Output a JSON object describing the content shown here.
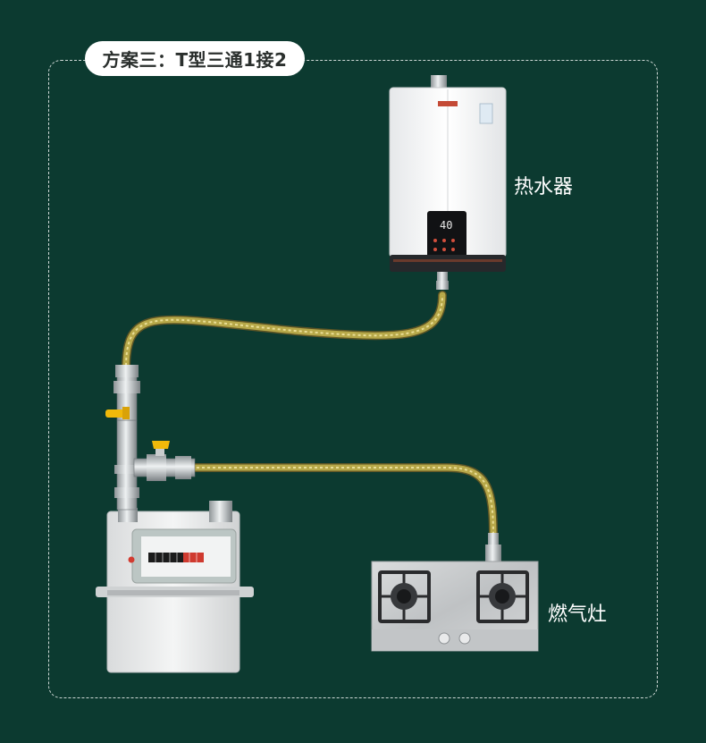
{
  "title": "方案三：T型三通1接2",
  "labels": {
    "water_heater": "热水器",
    "gas_stove": "燃气灶"
  },
  "heater_display": "40",
  "colors": {
    "background": "#0c3a30",
    "hose": "#b7a849",
    "valve_handle": "#f1b90a",
    "frame_border": "#cfd9d6"
  }
}
